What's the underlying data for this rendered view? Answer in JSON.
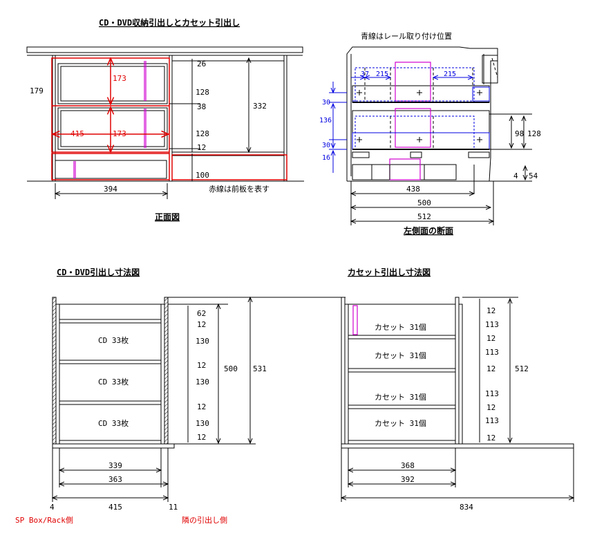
{
  "title": "CD・DVD収納引出しとカセット引出し",
  "front_view": {
    "caption": "正面図",
    "note_red": "赤線は前板を表す",
    "dims": {
      "left_height": "179",
      "red_inner_top": "173",
      "red_inner_bottom": "173",
      "red_width": "415",
      "right_26": "26",
      "right_128a": "128",
      "right_38": "38",
      "right_128b": "128",
      "right_12": "12",
      "right_100": "100",
      "right_total": "332",
      "bottom_width": "394"
    }
  },
  "side_section": {
    "caption": "左側面の断面",
    "note_blue": "青線はレール取り付け位置",
    "dims": {
      "d37": "37",
      "d215a": "215",
      "d215b": "215",
      "d30a": "30",
      "d136": "136",
      "d30b": "30",
      "d16": "16",
      "d98": "98",
      "d128": "128",
      "d4": "4",
      "d54": "54",
      "d438": "438",
      "d500": "500",
      "d512": "512"
    }
  },
  "cd_drawer": {
    "caption": "CD・DVD引出し寸法図",
    "compartment_labels": [
      "CD 33枚",
      "CD 33枚",
      "CD 33枚"
    ],
    "dims_inner": [
      "62",
      "12",
      "130",
      "12",
      "130",
      "12",
      "130",
      "12"
    ],
    "dim_500": "500",
    "dim_531": "531",
    "dim_339": "339",
    "dim_363": "363",
    "dim_4": "4",
    "dim_415": "415",
    "dim_11": "11",
    "label_left": "SP Box/Rack側",
    "label_right": "隣の引出し側"
  },
  "cassette_drawer": {
    "caption": "カセット引出し寸法図",
    "compartment_labels": [
      "カセット 31個",
      "カセット 31個",
      "カセット 31個",
      "カセット 31個"
    ],
    "dims_inner": [
      "12",
      "113",
      "12",
      "113",
      "12",
      "113",
      "12",
      "113",
      "12"
    ],
    "dim_512": "512",
    "dim_368": "368",
    "dim_392": "392",
    "dim_834": "834"
  },
  "colors": {
    "line": "#000000",
    "front_panel": "#e00000",
    "rail": "#0000e0",
    "accent": "#d000d0"
  }
}
